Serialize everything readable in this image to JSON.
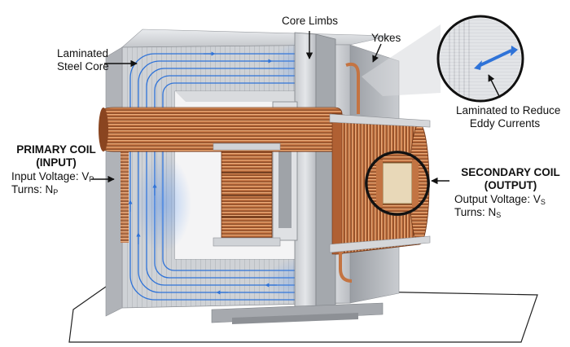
{
  "labels": {
    "laminated_core": [
      "Laminated",
      "Steel Core"
    ],
    "core_limbs": "Core Limbs",
    "yokes": "Yokes",
    "inset_caption": [
      "Laminated to Reduce",
      "Eddy Currents"
    ],
    "primary": {
      "title": [
        "PRIMARY COIL",
        "(INPUT)"
      ],
      "voltage_prefix": "Input Voltage: V",
      "voltage_sub": "P",
      "turns_prefix": "Turns: N",
      "turns_sub": "P"
    },
    "secondary": {
      "title": [
        "SECONDARY COIL",
        "(OUTPUT)"
      ],
      "voltage_prefix": "Output Voltage: V",
      "voltage_sub": "S",
      "turns_prefix": "Turns: N",
      "turns_sub": "S"
    }
  },
  "colors": {
    "steel_light": "#d3d5d8",
    "steel_dark": "#8e9196",
    "copper": "#b86a3a",
    "copper_light": "#e19a68",
    "flux": "#2f73d8"
  }
}
